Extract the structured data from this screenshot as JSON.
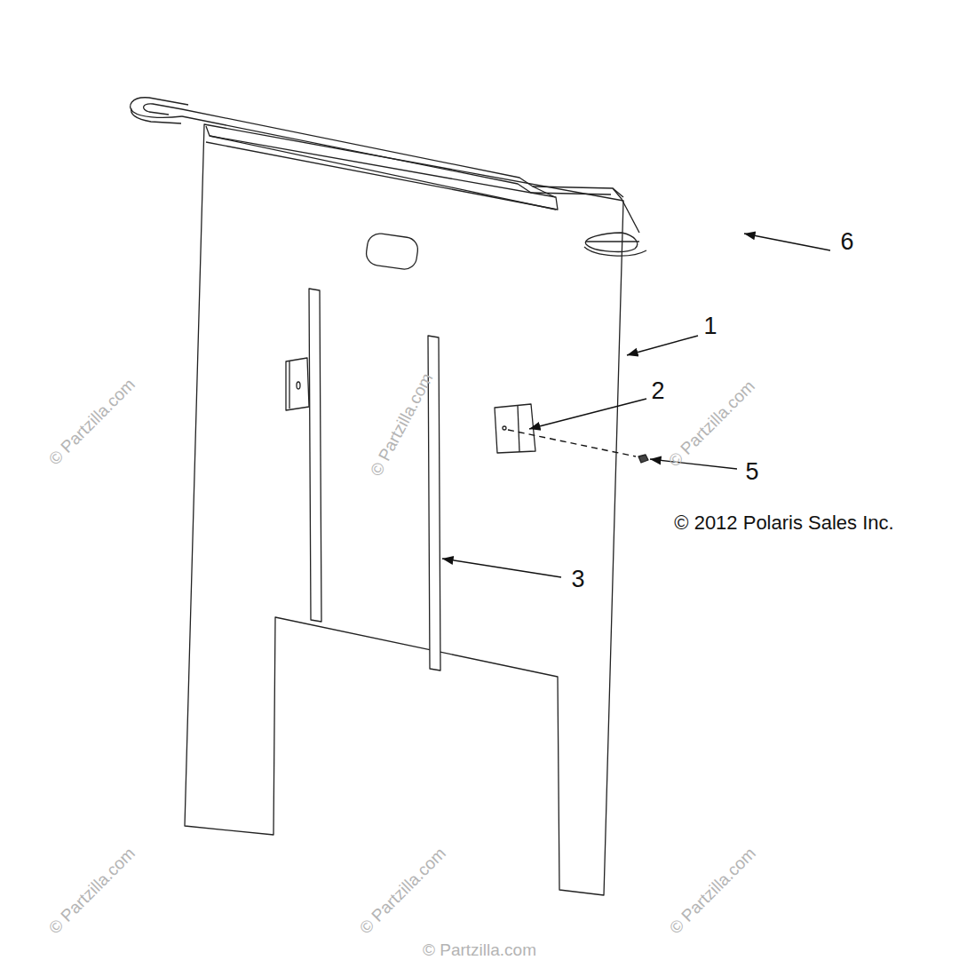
{
  "diagram": {
    "labels": [
      "6",
      "1",
      "2",
      "5",
      "3",
      "© 2012 Polaris Sales Inc.",
      "© Partzilla.com",
      "© Partzilla.com",
      "© Partzilla.com",
      "© Partzilla.com",
      "© Partzilla.com",
      "© Partzilla.com",
      "© Partzilla.com"
    ]
  }
}
